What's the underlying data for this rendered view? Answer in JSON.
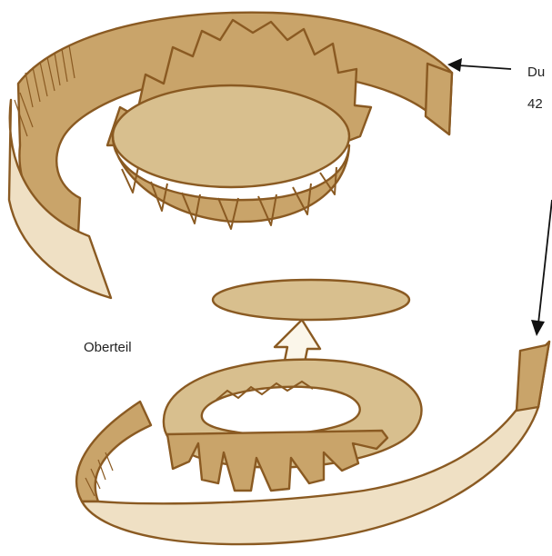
{
  "labels": {
    "top_right_line1": "Du",
    "top_right_line2": "42",
    "middle_left": "Oberteil"
  },
  "colors": {
    "outline": "#8a5a22",
    "band_inner": "#c9a46a",
    "band_outer": "#efe0c4",
    "disc_fill": "#d8bf8e",
    "arrow_fill": "#fbf6ea",
    "pointer": "#111111"
  }
}
